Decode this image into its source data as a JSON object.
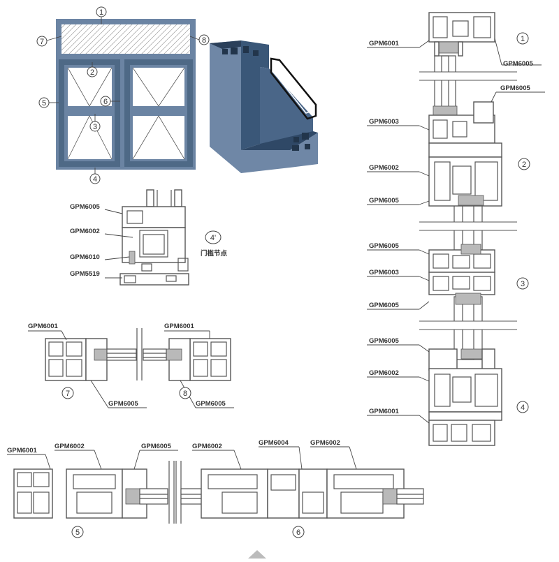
{
  "elevation": {
    "callouts": [
      "1",
      "2",
      "3",
      "4",
      "5",
      "6",
      "7",
      "8"
    ]
  },
  "profile_render": {
    "colors": {
      "frame_face": "#6f87a6",
      "frame_side": "#3a5778",
      "frame_dark": "#24384f"
    }
  },
  "detail_4prime": {
    "labels": [
      "GPM6005",
      "GPM6002",
      "GPM6010",
      "GPM5519"
    ],
    "number": "4'",
    "caption": "门槛节点"
  },
  "detail_7": {
    "labels": [
      "GPM6001",
      "GPM6005"
    ],
    "number": "7"
  },
  "detail_8": {
    "labels": [
      "GPM6001",
      "GPM6005"
    ],
    "number": "8"
  },
  "detail_5": {
    "labels": [
      "GPM6001",
      "GPM6002",
      "GPM6005"
    ],
    "number": "5"
  },
  "detail_6": {
    "labels": [
      "GPM6002",
      "GPM6004",
      "GPM6002"
    ],
    "number": "6"
  },
  "vertical_section": {
    "section_1": {
      "labels": [
        "GPM6001",
        "GPM6005"
      ],
      "number": "1"
    },
    "section_2": {
      "labels": [
        "GPM6005",
        "GPM6003",
        "GPM6002",
        "GPM6005"
      ],
      "number": "2"
    },
    "section_3": {
      "labels": [
        "GPM6005",
        "GPM6003",
        "GPM6005"
      ],
      "number": "3"
    },
    "section_4": {
      "labels": [
        "GPM6005",
        "GPM6002",
        "GPM6001"
      ],
      "number": "4"
    }
  },
  "colors": {
    "frame": "#6b84a3",
    "frame_dark": "#4e6986",
    "line": "#555555",
    "glass": "#ffffff"
  }
}
